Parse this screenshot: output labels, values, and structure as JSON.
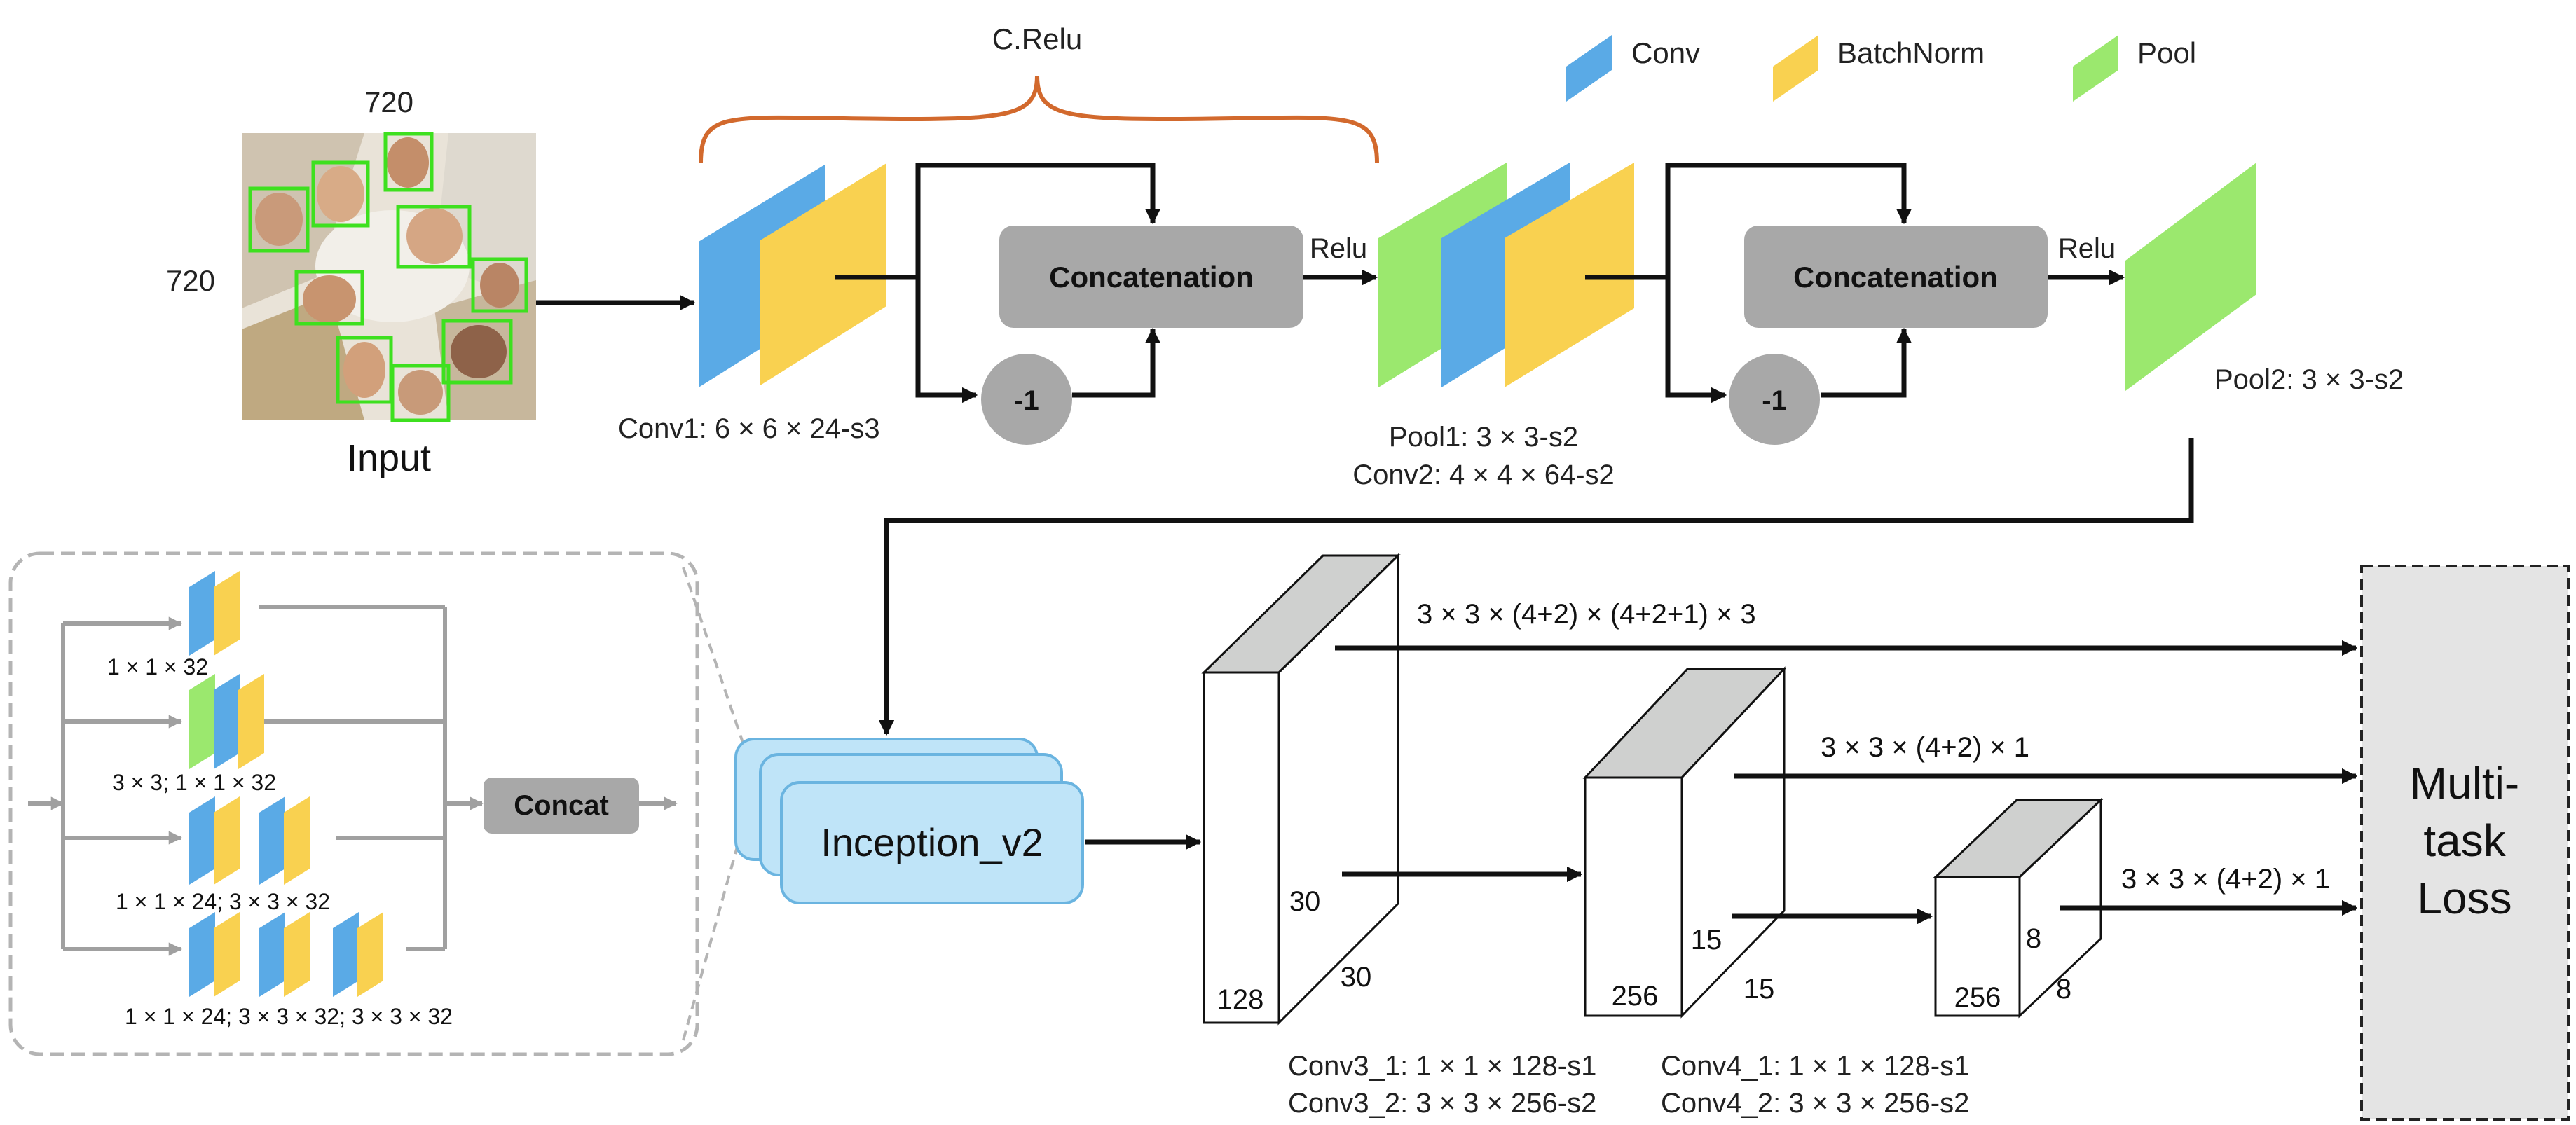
{
  "legend": [
    {
      "label": "Conv",
      "color": "#5aaae6"
    },
    {
      "label": "BatchNorm",
      "color": "#f9d150"
    },
    {
      "label": "Pool",
      "color": "#9be86e"
    }
  ],
  "colors": {
    "conv": "#5aaae6",
    "batchnorm": "#f9d150",
    "pool": "#9be86e",
    "block_gray": "#a8a8a8",
    "inception_fill": "#bfe4f8",
    "inception_stroke": "#6ab4e0",
    "brace": "#d2692d",
    "box_top": "#cfd0cf",
    "loss_fill": "#e4e4e4",
    "image_bg": "#d9c7a6",
    "face_box": "#3ee01f"
  },
  "input": {
    "width_label": "720",
    "height_label": "720",
    "caption": "Input"
  },
  "crelu": {
    "brace_label": "C.Relu",
    "conv1_label": "Conv1: 6 × 6 × 24-s3",
    "concat1_label": "Concatenation",
    "neg1_label": "-1",
    "relu1_label": "Relu",
    "pool1_label": "Pool1: 3 × 3-s2",
    "conv2_label": "Conv2: 4 × 4 × 64-s2",
    "concat2_label": "Concatenation",
    "neg2_label": "-1",
    "relu2_label": "Relu",
    "pool2_label": "Pool2: 3 × 3-s2"
  },
  "inception_detail": {
    "branch1_label": "1 × 1 × 32",
    "branch2_label": "3 × 3; 1 × 1 × 32",
    "branch3_label": "1 × 1 × 24; 3 × 3 × 32",
    "branch4_label": "1 × 1 × 24; 3 × 3 × 32; 3 × 3 × 32",
    "concat_label": "Concat"
  },
  "inception_box_label": "Inception_v2",
  "volumes": [
    {
      "front": "128",
      "right": "30",
      "depth": "30"
    },
    {
      "front": "256",
      "right": "15",
      "depth": "15"
    },
    {
      "front": "256",
      "right": "8",
      "depth": "8"
    }
  ],
  "outputs": [
    "3 × 3 × (4+2) × (4+2+1) × 3",
    "3 × 3 × (4+2) × 1",
    "3 × 3 × (4+2) × 1"
  ],
  "conv3_labels": [
    "Conv3_1: 1 × 1 × 128-s1",
    "Conv3_2: 3 × 3 × 256-s2"
  ],
  "conv4_labels": [
    "Conv4_1: 1 × 1 × 128-s1",
    "Conv4_2: 3 × 3 × 256-s2"
  ],
  "loss_label": [
    "Multi-",
    "task",
    "Loss"
  ]
}
